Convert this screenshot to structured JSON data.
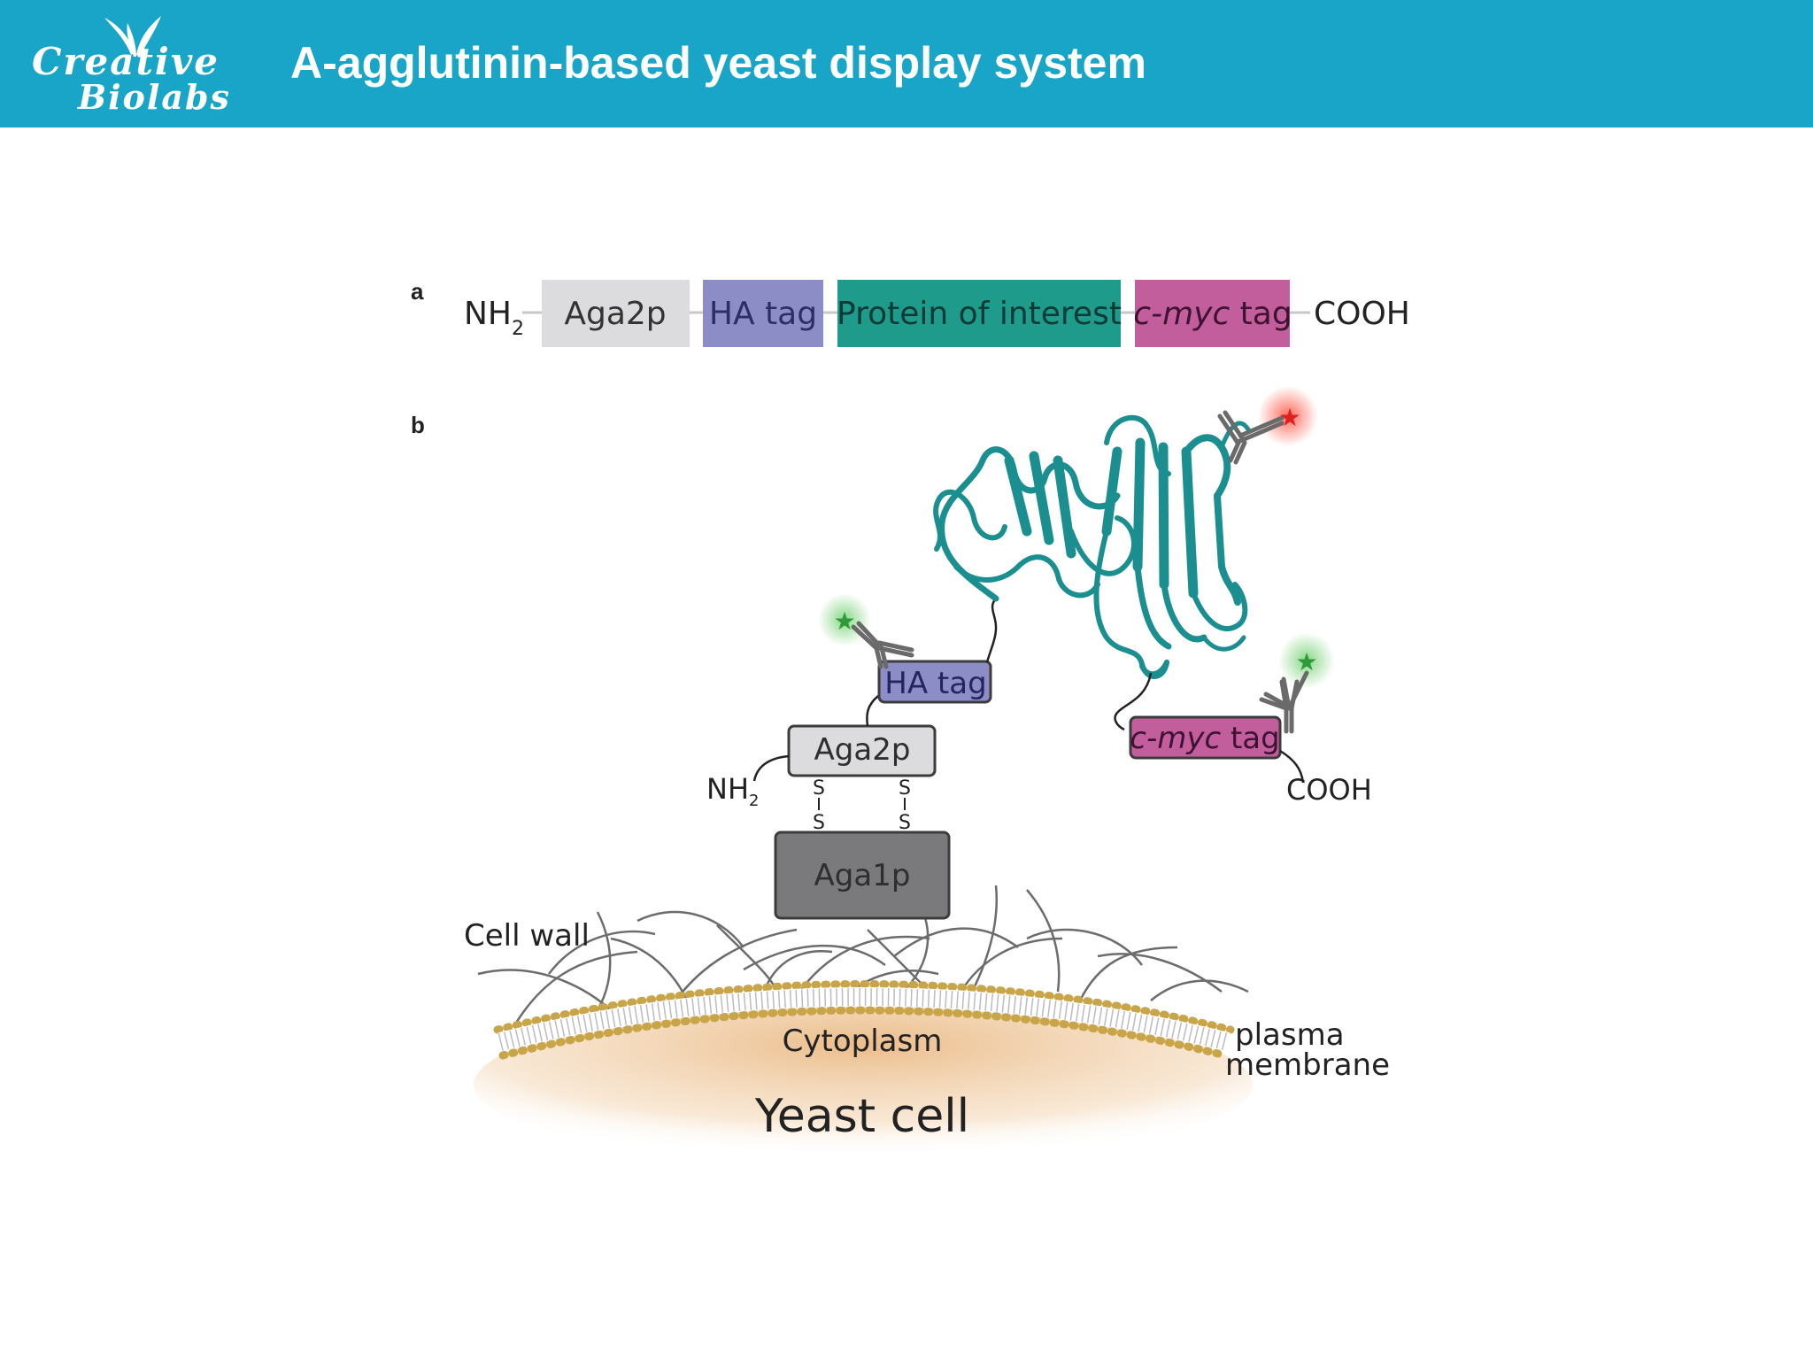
{
  "header": {
    "logo_line1": "Creative",
    "logo_line2": "Biolabs",
    "title": "A-agglutinin-based yeast display system"
  },
  "colors": {
    "header_bg": "#18a5c7",
    "aga2p": "#dcdcdf",
    "ha_tag": "#8c8dc6",
    "protein_of_interest": "#1f9b8c",
    "cmyc_tag": "#c35e9d",
    "aga1p": "#7a7a7c",
    "ribbon": "#1b8f8f",
    "antibody": "#6a6a6a",
    "fluor_red": "#e02020",
    "fluor_green": "#2e9a3a",
    "membrane_head": "#c9a54a",
    "cytoplasm": "#e9b67e"
  },
  "panel_a": {
    "label": "a",
    "nh2": "NH",
    "nh2_sub": "2",
    "segments": {
      "aga2p": "Aga2p",
      "ha_tag": "HA tag",
      "protein": "Protein of interest",
      "cmyc_italic": "c-myc",
      "cmyc_rest": " tag"
    },
    "cooh": "COOH"
  },
  "panel_b": {
    "label": "b",
    "ha_tag": "HA tag",
    "aga2p": "Aga2p",
    "aga1p": "Aga1p",
    "nh2": "NH",
    "nh2_sub": "2",
    "s_left": [
      "S",
      "S"
    ],
    "s_right": [
      "S",
      "S"
    ],
    "cmyc_italic": "c-myc",
    "cmyc_rest": " tag",
    "cooh": "COOH",
    "cell_wall": "Cell wall",
    "cytoplasm": "Cytoplasm",
    "plasma": "plasma",
    "membrane": "membrane",
    "yeast_cell": "Yeast cell"
  }
}
